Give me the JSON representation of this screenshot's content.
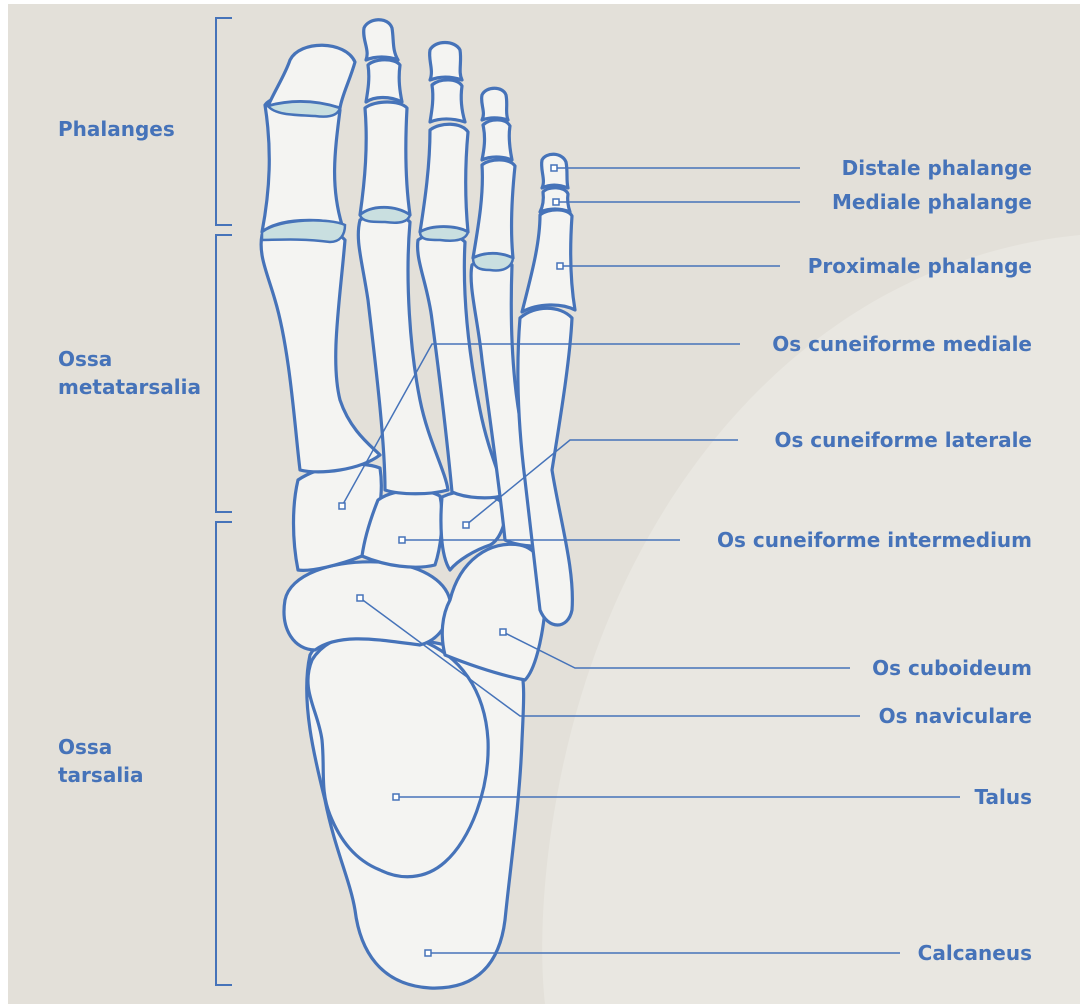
{
  "groups": {
    "phalanges": "Phalanges",
    "metatarsalia_1": "Ossa",
    "metatarsalia_2": "metatarsalia",
    "tarsalia_1": "Ossa",
    "tarsalia_2": "tarsalia"
  },
  "labels": {
    "distale_phalange": "Distale phalange",
    "mediale_phalange": "Mediale phalange",
    "proximale_phalange": "Proximale phalange",
    "cuneiforme_mediale": "Os cuneiforme mediale",
    "cuneiforme_laterale": "Os cuneiforme laterale",
    "cuneiforme_intermedium": "Os cuneiforme intermedium",
    "cuboideum": "Os cuboideum",
    "naviculare": "Os naviculare",
    "talus": "Talus",
    "calcaneus": "Calcaneus"
  },
  "colors": {
    "accent": "#4673b9",
    "background": "#e3e0d9",
    "bone": "#f4f4f2",
    "cartilage": "#c9dfe0"
  }
}
